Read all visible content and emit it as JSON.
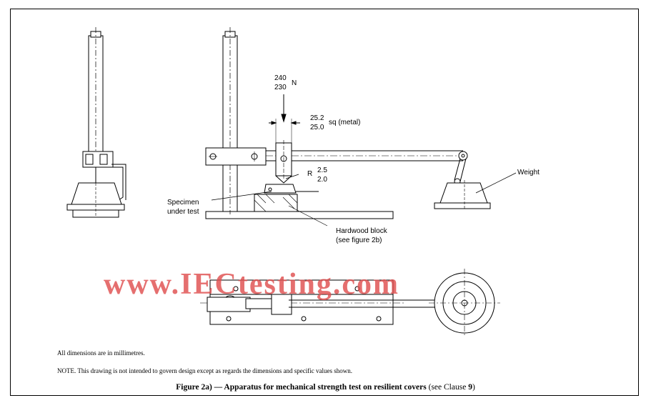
{
  "labels": {
    "force_top": "240",
    "force_bottom": "230",
    "force_unit": "N",
    "size_top": "25.2",
    "size_bottom": "25.0",
    "size_suffix": "sq (metal)",
    "radius_prefix": "R",
    "radius_top": "2.5",
    "radius_bottom": "2.0",
    "weight": "Weight",
    "specimen_line1": "Specimen",
    "specimen_line2": "under test",
    "block_line1": "Hardwood block",
    "block_line2": "(see figure 2b)"
  },
  "watermark": "www.IECtesting.com",
  "notes": {
    "dimensions": "All dimensions are in millimetres.",
    "note": "NOTE. This drawing is not intended to govern design except as regards the dimensions and specific values shown."
  },
  "caption": {
    "bold": "Figure 2a) — Apparatus for mechanical strength test on resilient covers",
    "normal": " (see Clause ",
    "clause": "9",
    "end": ")"
  },
  "colors": {
    "line": "#000000",
    "watermark": "#e05050"
  }
}
